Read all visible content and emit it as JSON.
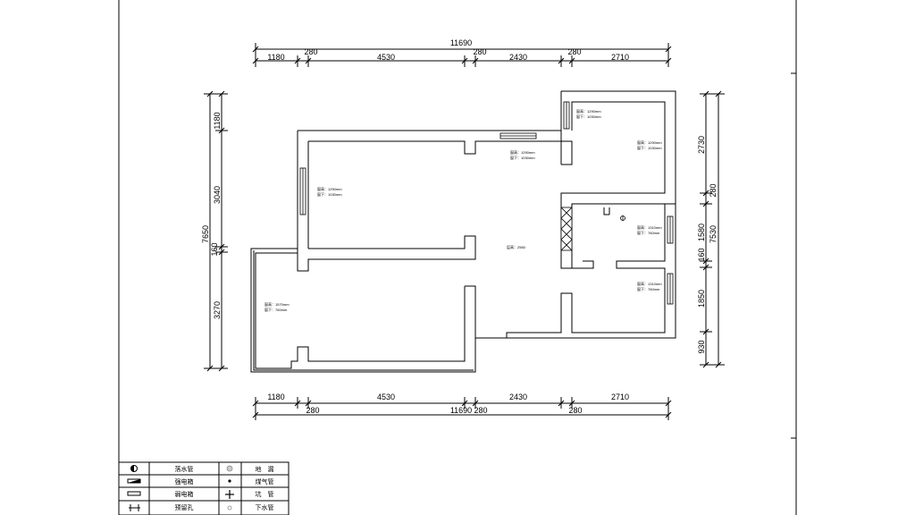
{
  "dimensions": {
    "top_total": "11690",
    "top_row": [
      "1180",
      "4530",
      "2430",
      "2710"
    ],
    "top_small": [
      "280",
      "280",
      "280"
    ],
    "bottom_row": [
      "1180",
      "4530",
      "2430",
      "2710"
    ],
    "bottom_small": [
      "280",
      "280",
      "280"
    ],
    "bottom_total": "11690",
    "left_segments": [
      "1180",
      "3040",
      "160",
      "3270"
    ],
    "left_total": "7650",
    "right_segments": [
      "2730",
      "280",
      "1580",
      "160",
      "1850",
      "930"
    ],
    "right_total": "7530"
  },
  "annotations": {
    "window_a": [
      "窗高：1290mm",
      "窗下：1030mm"
    ],
    "window_b": [
      "窗高：1290mm",
      "窗下：1030mm"
    ],
    "window_c": [
      "窗高：1290mm",
      "窗下：1030mm"
    ],
    "window_d": [
      "窗高：1290mm",
      "窗下：1030mm"
    ],
    "window_e": [
      "窗高：1570mm",
      "窗下：760mm"
    ],
    "window_f": [
      "窗高：1310mm",
      "窗下：760mm"
    ],
    "window_g": [
      "窗高：1310mm",
      "窗下：760mm"
    ],
    "ceiling": "层高：2560"
  },
  "legend": [
    {
      "symbol": "half-circle-icon",
      "label": "落水管"
    },
    {
      "symbol": "ground-drain-icon",
      "label": "地　漏"
    },
    {
      "symbol": "strong-panel-icon",
      "label": "强电箱"
    },
    {
      "symbol": "gas-pipe-icon",
      "label": "煤气管"
    },
    {
      "symbol": "weak-panel-icon",
      "label": "弱电箱"
    },
    {
      "symbol": "pit-pipe-icon",
      "label": "坑　管"
    },
    {
      "symbol": "reserved-hole-icon",
      "label": "预留孔"
    },
    {
      "symbol": "drain-pipe-icon",
      "label": "下水管"
    }
  ]
}
